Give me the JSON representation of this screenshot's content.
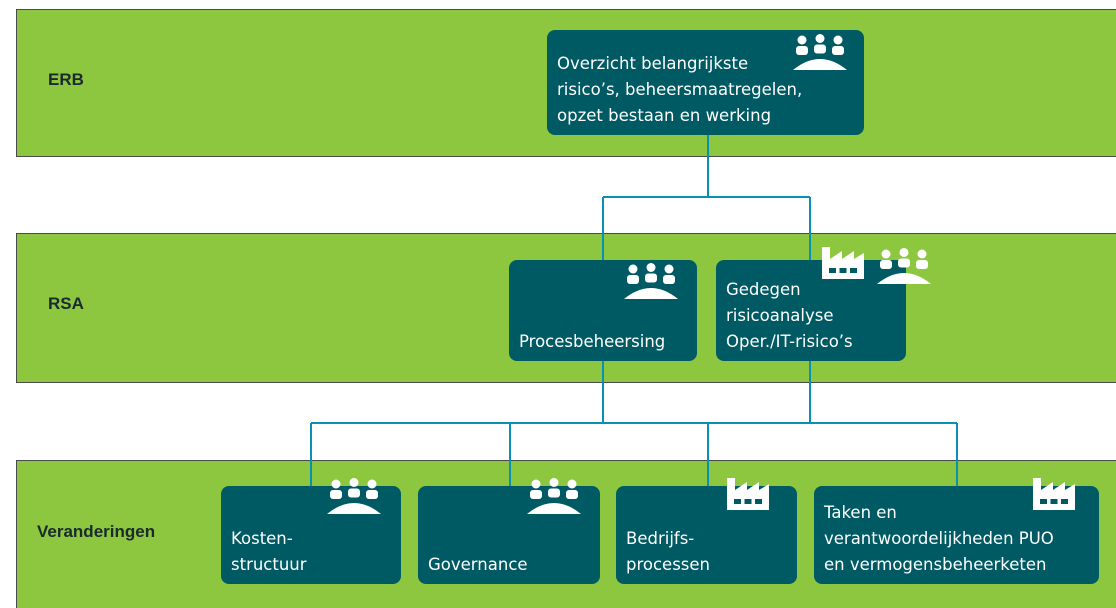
{
  "bands": [
    {
      "id": "erb",
      "label": "ERB"
    },
    {
      "id": "rsa",
      "label": "RSA"
    },
    {
      "id": "veranderingen",
      "label": "Veranderingen"
    }
  ],
  "nodes": {
    "erb_overzicht": {
      "lines": [
        "Overzicht belangrijkste",
        "risico’s, beheersmaatregelen,",
        "opzet bestaan en werking"
      ],
      "icons": [
        "people-icon"
      ]
    },
    "procesbeheersing": {
      "lines": [
        "Procesbeheersing"
      ],
      "icons": [
        "people-icon"
      ]
    },
    "gedegen": {
      "lines": [
        "Gedegen",
        "risicoanalyse",
        "Oper./IT-risico’s"
      ],
      "icons": [
        "factory-icon",
        "people-icon"
      ]
    },
    "kostenstructuur": {
      "lines": [
        "Kosten-",
        "structuur"
      ],
      "icons": [
        "people-icon"
      ]
    },
    "governance": {
      "lines": [
        "Governance"
      ],
      "icons": [
        "people-icon"
      ]
    },
    "bedrijfsprocessen": {
      "lines": [
        "Bedrijfs-",
        "processen"
      ],
      "icons": [
        "factory-icon"
      ]
    },
    "taken": {
      "lines": [
        "Taken en",
        "verantwoordelijkheden PUO",
        "en vermogensbeheerketen"
      ],
      "icons": [
        "factory-icon"
      ]
    }
  },
  "colors": {
    "band": "#8dc63f",
    "node": "#005a63",
    "connector": "#0a8fb5",
    "text_light": "#ffffff"
  }
}
